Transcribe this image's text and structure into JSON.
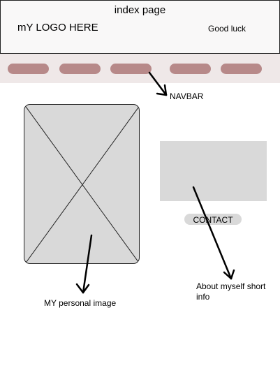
{
  "header": {
    "title": "index page",
    "logo_text": "mY LOGO HERE",
    "tagline": "Good luck"
  },
  "navbar": {
    "items": [
      "",
      "",
      "",
      "",
      ""
    ],
    "pill_color": "#b78989",
    "background_color": "#efe8e8"
  },
  "main": {
    "image_placeholder": {
      "fill": "#d9d9d9"
    },
    "about_placeholder": {
      "fill": "#d9d9d9"
    },
    "contact_button": {
      "label": "CONTACT"
    }
  },
  "annotations": {
    "navbar_label": "NAVBAR",
    "image_label": "MY personal image",
    "about_label": "About myself short info"
  },
  "colors": {
    "placeholder_gray": "#d9d9d9",
    "nav_pill": "#b78989",
    "header_bg": "#f9f8f8"
  }
}
